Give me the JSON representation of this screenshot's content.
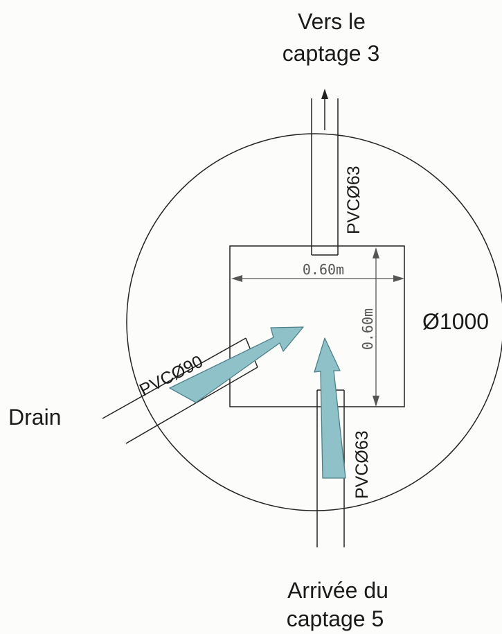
{
  "labels": {
    "outlet_line1": "Vers le",
    "outlet_line2": "captage 3",
    "inlet_line1": "Arrivée du",
    "inlet_line2": "captage 5",
    "drain": "Drain",
    "chamber_diameter": "Ø1000",
    "pipe_top": "PVCØ63",
    "pipe_bottom": "PVCØ63",
    "pipe_drain": "PVCØ90",
    "dim_width": "0.60m",
    "dim_height": "0.60m"
  },
  "colors": {
    "line": "#222222",
    "dimension": "#555555",
    "flow_arrow_fill": "#8fc1c9",
    "flow_arrow_stroke": "#4d7f88"
  }
}
